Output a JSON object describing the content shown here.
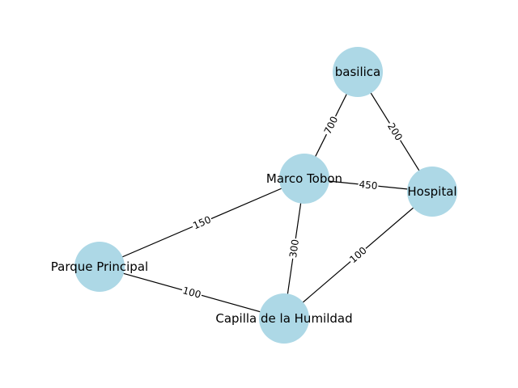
{
  "graph": {
    "node_color": "#add8e6",
    "edge_color": "#000000",
    "label_color": "#000000",
    "background": "#ffffff",
    "nodes": [
      {
        "id": "basilica",
        "label": "basilica"
      },
      {
        "id": "marco",
        "label": "Marco Tobon"
      },
      {
        "id": "hospital",
        "label": "Hospital"
      },
      {
        "id": "parque",
        "label": "Parque Principal"
      },
      {
        "id": "capilla",
        "label": "Capilla de la Humildad"
      }
    ],
    "edges": [
      {
        "id": "basilica-marco",
        "source": "basilica",
        "target": "marco",
        "weight": "700"
      },
      {
        "id": "basilica-hospital",
        "source": "basilica",
        "target": "hospital",
        "weight": "200"
      },
      {
        "id": "marco-hospital",
        "source": "marco",
        "target": "hospital",
        "weight": "450"
      },
      {
        "id": "marco-parque",
        "source": "marco",
        "target": "parque",
        "weight": "150"
      },
      {
        "id": "marco-capilla",
        "source": "marco",
        "target": "capilla",
        "weight": "300"
      },
      {
        "id": "hospital-capilla",
        "source": "hospital",
        "target": "capilla",
        "weight": "100"
      },
      {
        "id": "parque-capilla",
        "source": "parque",
        "target": "capilla",
        "weight": "100"
      }
    ]
  }
}
